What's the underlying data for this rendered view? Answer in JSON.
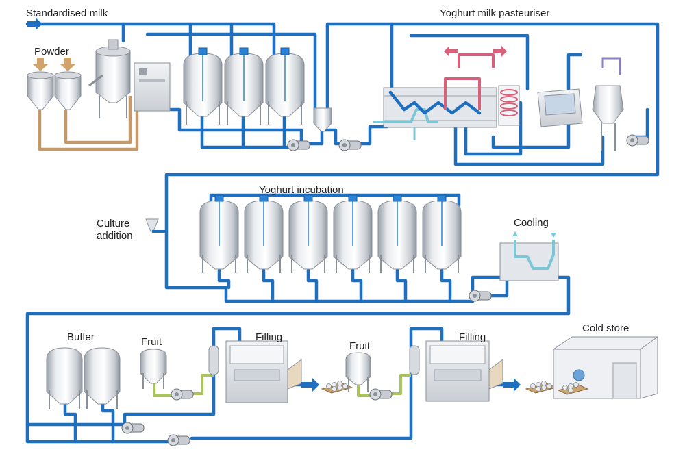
{
  "labels": {
    "standardised_milk": "Standardised milk",
    "powder": "Powder",
    "pasteuriser": "Yoghurt milk pasteuriser",
    "incubation": "Yoghurt incubation",
    "culture_line1": "Culture",
    "culture_line2": "addition",
    "cooling": "Cooling",
    "buffer": "Buffer",
    "fruit_1": "Fruit",
    "filling_1": "Filling",
    "fruit_2": "Fruit",
    "filling_2": "Filling",
    "cold_store": "Cold store"
  },
  "colors": {
    "product_pipe": "#1f6fc0",
    "powder_pipe": "#c59a6a",
    "fruit_pipe": "#a8c55a",
    "cooling_water": "#7cc7d6",
    "heating_medium": "#d9607a",
    "tray": "#c9a470"
  },
  "icons": [
    "arrow-right-icon",
    "arrow-down-icon",
    "tank-icon",
    "pump-icon",
    "mixer-icon",
    "heat-exchanger-icon",
    "homogeniser-icon",
    "filling-machine-icon",
    "cold-store-icon"
  ]
}
